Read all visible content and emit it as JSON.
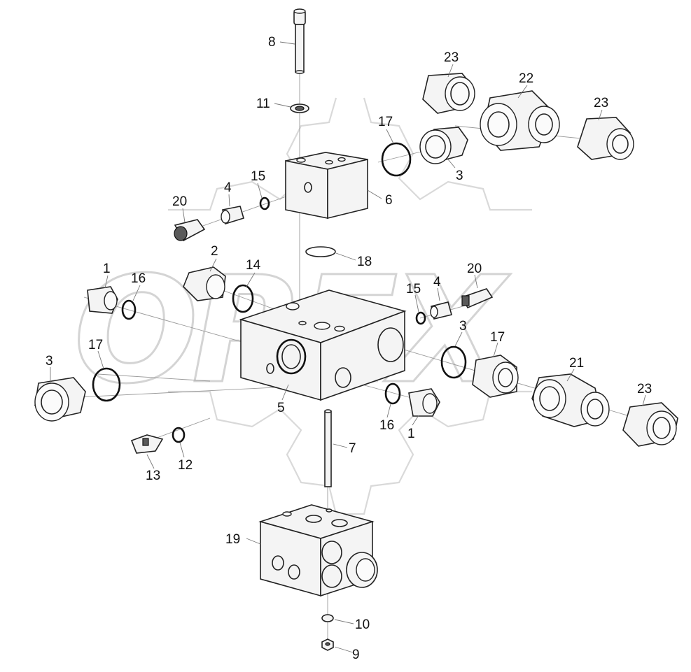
{
  "watermark": {
    "text": "OREX"
  },
  "callouts": [
    {
      "id": "c8",
      "label": "8"
    },
    {
      "id": "c11",
      "label": "11"
    },
    {
      "id": "c23a",
      "label": "23"
    },
    {
      "id": "c22",
      "label": "22"
    },
    {
      "id": "c23b",
      "label": "23"
    },
    {
      "id": "c17a",
      "label": "17"
    },
    {
      "id": "c3a",
      "label": "3"
    },
    {
      "id": "c15a",
      "label": "15"
    },
    {
      "id": "c4a",
      "label": "4"
    },
    {
      "id": "c20a",
      "label": "20"
    },
    {
      "id": "c6",
      "label": "6"
    },
    {
      "id": "c18",
      "label": "18"
    },
    {
      "id": "c2",
      "label": "2"
    },
    {
      "id": "c14",
      "label": "14"
    },
    {
      "id": "c1a",
      "label": "1"
    },
    {
      "id": "c16a",
      "label": "16"
    },
    {
      "id": "c20b",
      "label": "20"
    },
    {
      "id": "c15b",
      "label": "15"
    },
    {
      "id": "c4b",
      "label": "4"
    },
    {
      "id": "c3b",
      "label": "3"
    },
    {
      "id": "c17b",
      "label": "17"
    },
    {
      "id": "c17c",
      "label": "17"
    },
    {
      "id": "c3c",
      "label": "3"
    },
    {
      "id": "c21",
      "label": "21"
    },
    {
      "id": "c23c",
      "label": "23"
    },
    {
      "id": "c5",
      "label": "5"
    },
    {
      "id": "c16b",
      "label": "16"
    },
    {
      "id": "c1b",
      "label": "1"
    },
    {
      "id": "c7",
      "label": "7"
    },
    {
      "id": "c12",
      "label": "12"
    },
    {
      "id": "c13",
      "label": "13"
    },
    {
      "id": "c19",
      "label": "19"
    },
    {
      "id": "c10",
      "label": "10"
    },
    {
      "id": "c9",
      "label": "9"
    }
  ]
}
